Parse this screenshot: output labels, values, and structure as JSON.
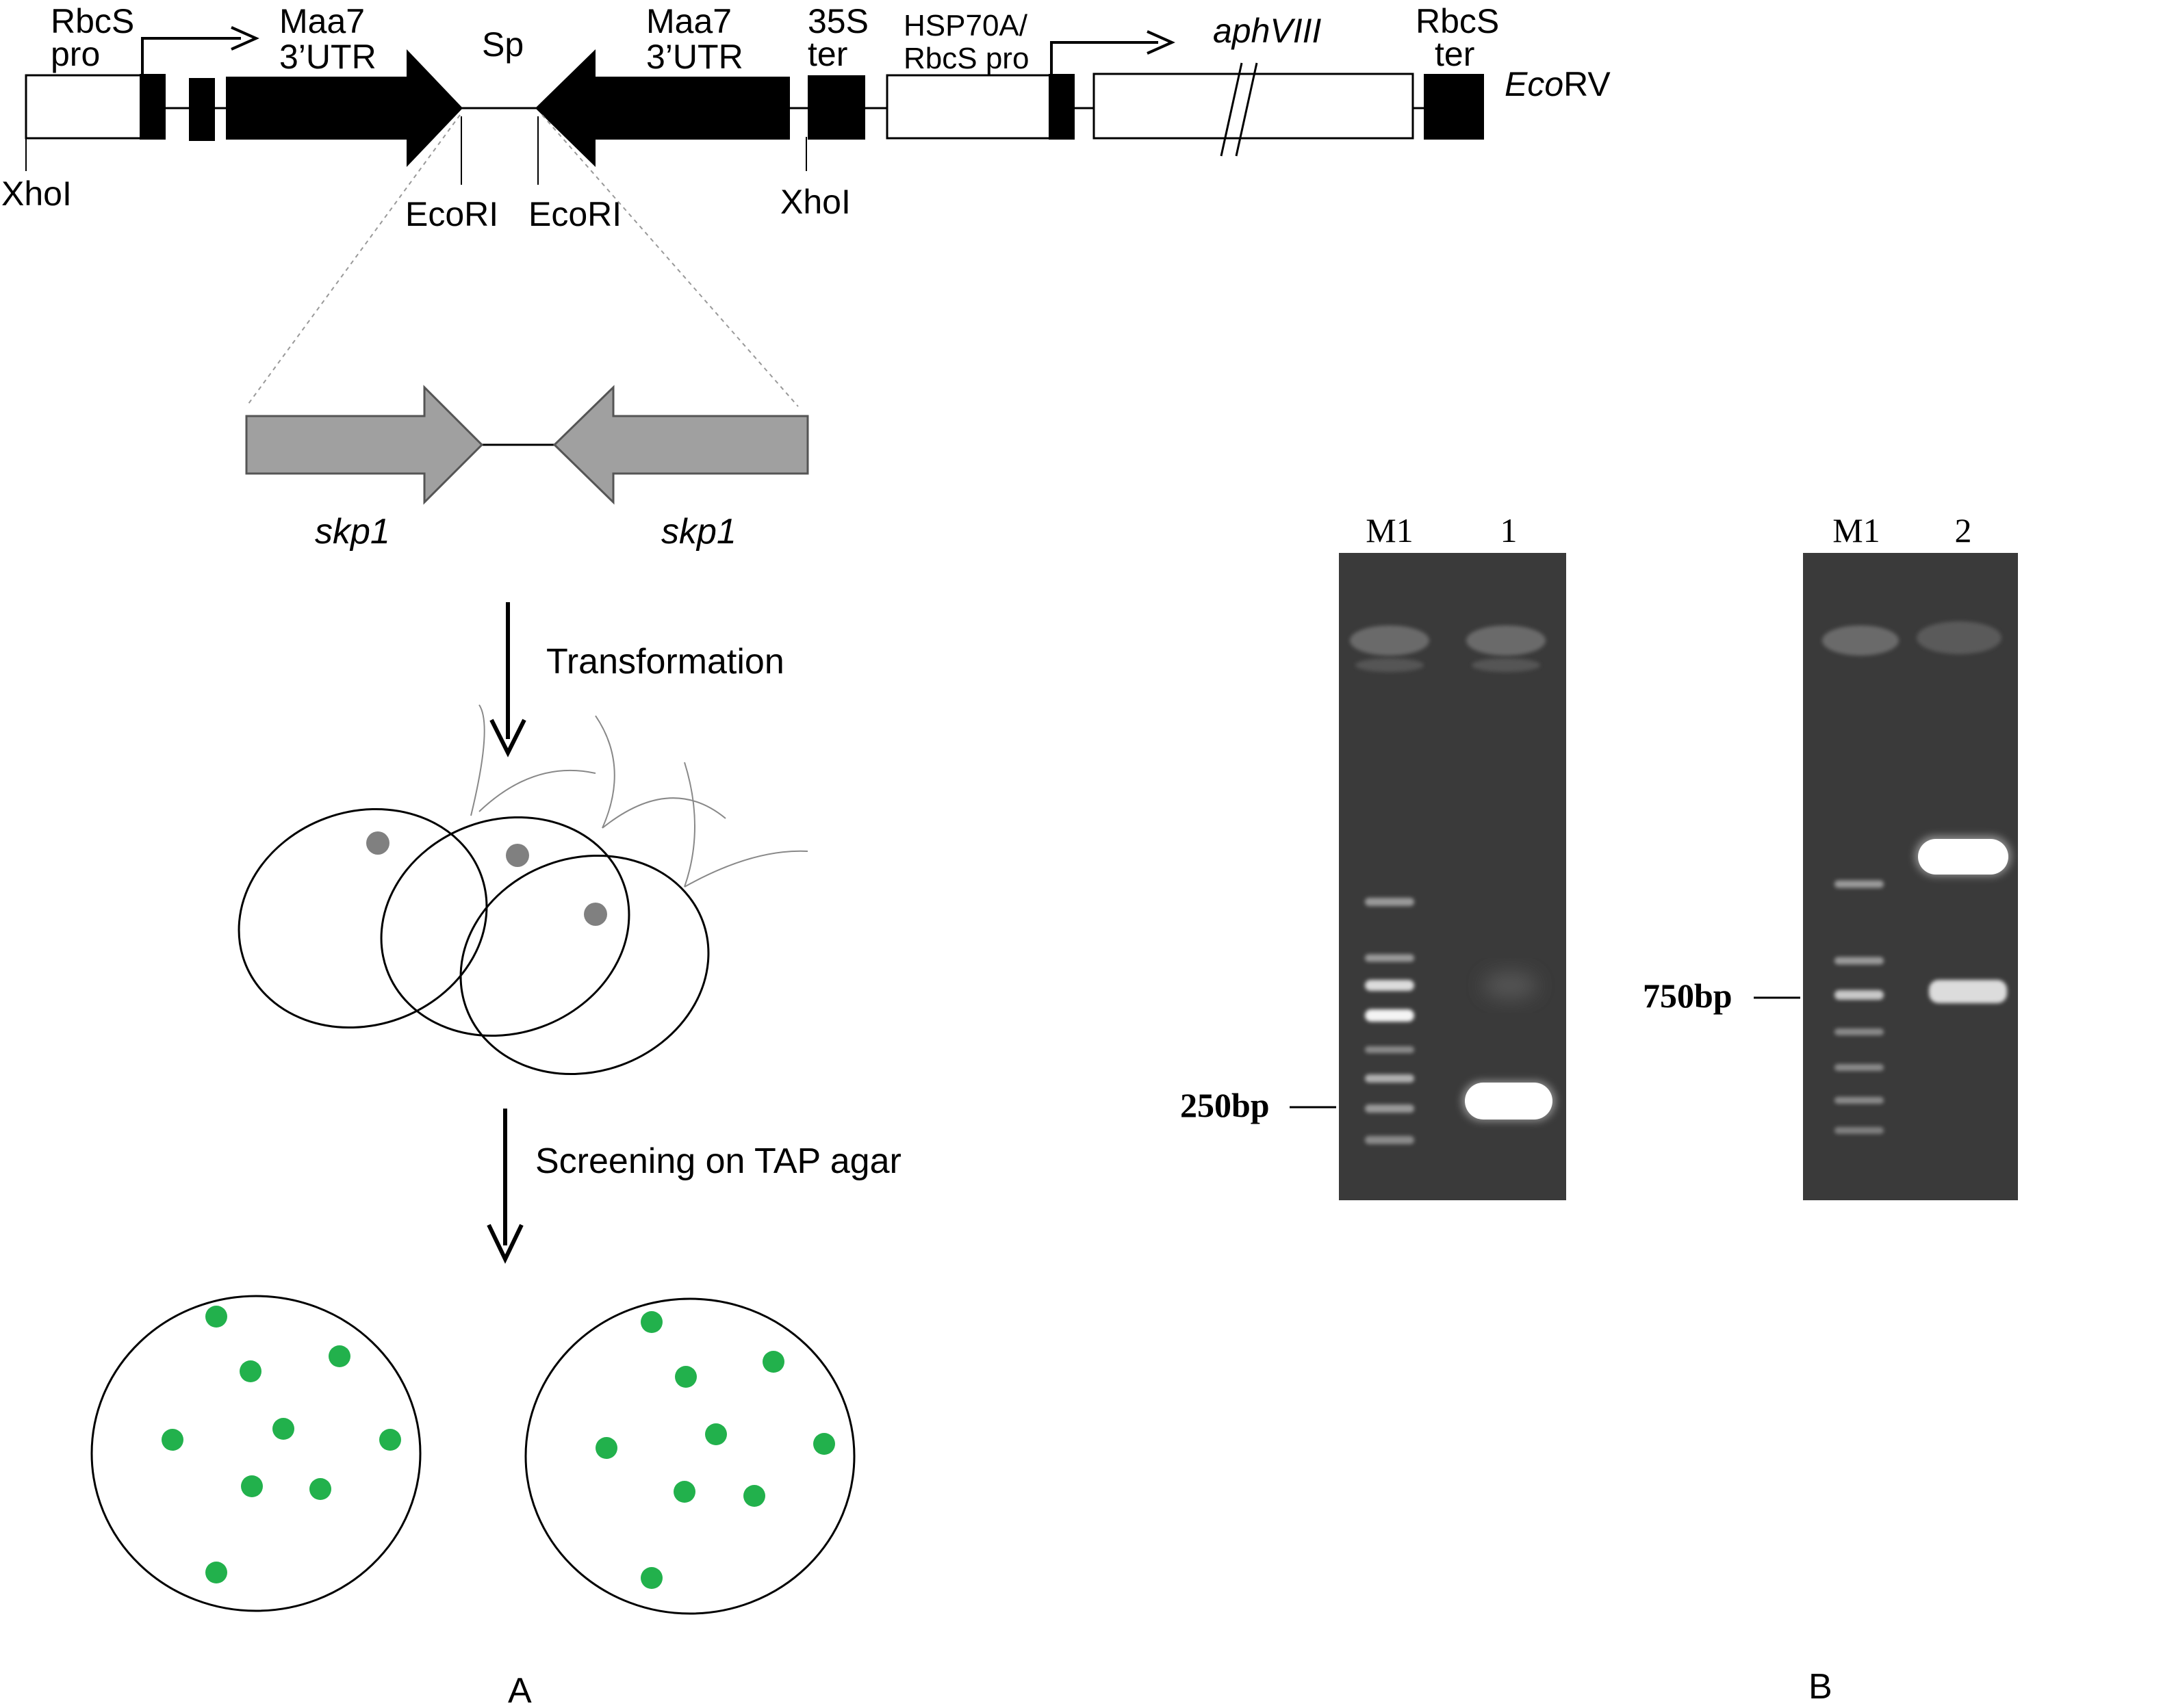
{
  "construct": {
    "labels": {
      "rbcs_pro": [
        "RbcS",
        "pro"
      ],
      "maa7_left": [
        "Maa7",
        "3’UTR"
      ],
      "sp": "Sp",
      "maa7_right": [
        "Maa7",
        "3’UTR"
      ],
      "ter35s": [
        "35S",
        "ter"
      ],
      "hsp70a": [
        "HSP70A/",
        "RbcS pro"
      ],
      "aphviii": "aphVIII",
      "rbcs_ter": [
        "RbcS",
        "ter"
      ],
      "ecorv_italic": "Eco",
      "ecorv_rest": "RV",
      "xhoi_left": "XhoI",
      "ecori_left": "EcoRI",
      "ecori_right": "EcoRI",
      "xhoi_right": "XhoI"
    }
  },
  "hairpin": {
    "left_label": "skp1",
    "right_label": "skp1"
  },
  "steps": {
    "transformation": "Transformation",
    "screening": "Screening on TAP agar"
  },
  "gels": {
    "gel1": {
      "lanes": [
        "M1",
        "1"
      ],
      "marker": "250bp"
    },
    "gel2": {
      "lanes": [
        "M1",
        "2"
      ],
      "marker": "750bp"
    }
  },
  "panels": {
    "a": "A",
    "b": "B"
  },
  "colors": {
    "black": "#000000",
    "gray_arrow": "#a0a0a0",
    "nucleus": "#808080",
    "colony": "#22b14c",
    "gel_bg": "#3a3a3a"
  }
}
